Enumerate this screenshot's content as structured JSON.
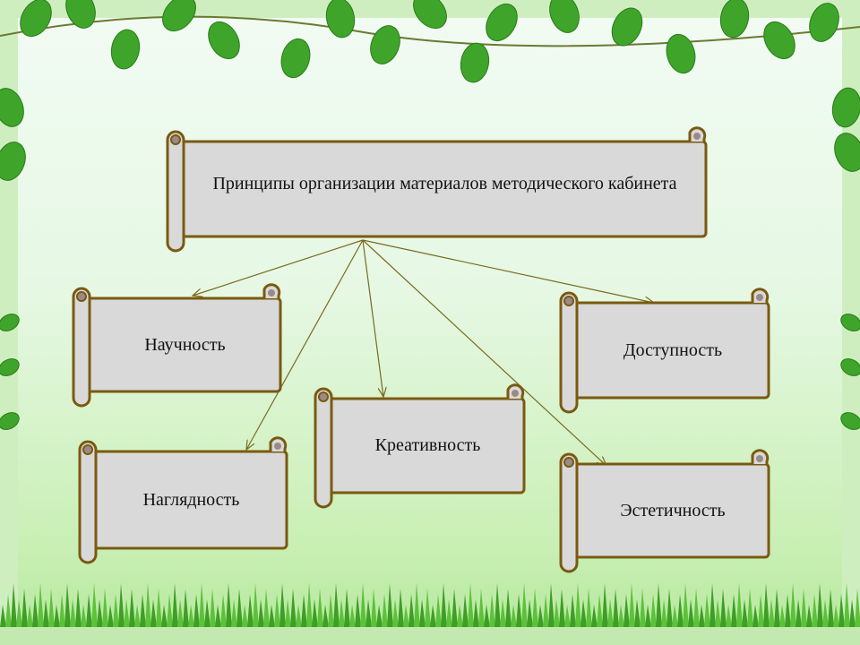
{
  "title": "Принципы организации  материалов методического кабинета",
  "principles": [
    {
      "label": "Научность"
    },
    {
      "label": "Доступность"
    },
    {
      "label": "Креативность"
    },
    {
      "label": "Наглядность"
    },
    {
      "label": "Эстетичность"
    }
  ],
  "colors": {
    "scroll_fill": "#d9d9d9",
    "scroll_stroke": "#7a5a10",
    "arrow": "#7a6a20",
    "leaf": "#3fa52a"
  }
}
